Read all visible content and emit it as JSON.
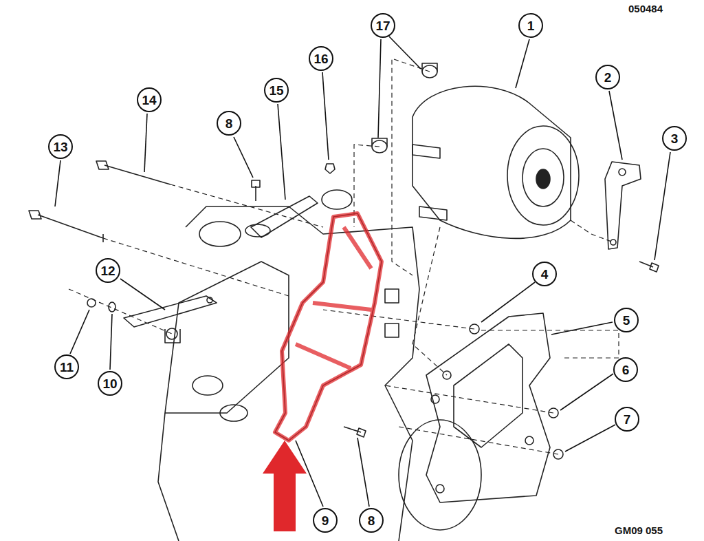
{
  "diagram": {
    "nodes": [
      {
        "text": [
          "17"
        ]
      },
      {
        "text": [
          "1"
        ]
      },
      {
        "text": [
          "2"
        ]
      },
      {
        "text": [
          "16"
        ]
      },
      {
        "text": [
          "15"
        ]
      },
      {
        "text": [
          "14"
        ]
      },
      {
        "text": [
          "8"
        ]
      },
      {
        "text": [
          "3"
        ]
      },
      {
        "text": [
          "13"
        ]
      },
      {
        "text": [
          "12"
        ]
      },
      {
        "text": [
          "4"
        ]
      },
      {
        "text": [
          "5"
        ]
      },
      {
        "text": [
          "11"
        ]
      },
      {
        "text": [
          "10"
        ]
      },
      {
        "text": [
          "6"
        ]
      },
      {
        "text": [
          "7"
        ]
      },
      {
        "text": [
          "9"
        ]
      },
      {
        "text": [
          "8"
        ]
      }
    ],
    "labels": [
      "050484",
      "GM09 055"
    ]
  }
}
